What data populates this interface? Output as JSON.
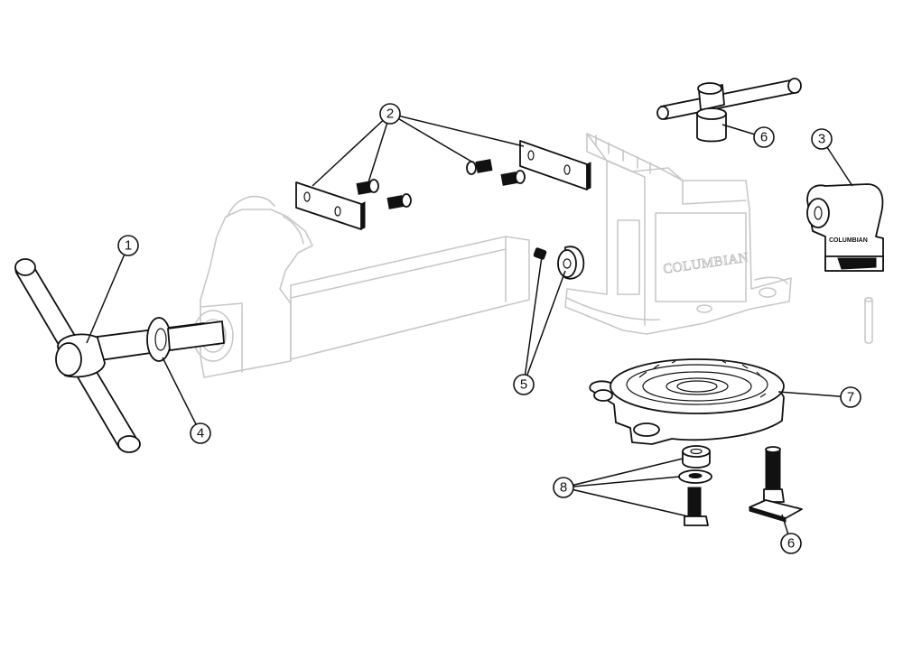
{
  "diagram": {
    "brand_on_body": "COLUMBIAN",
    "brand_on_jaw": "COLUMBIAN",
    "callouts": [
      {
        "id": "c1",
        "label": "1"
      },
      {
        "id": "c2",
        "label": "2"
      },
      {
        "id": "c3",
        "label": "3"
      },
      {
        "id": "c4",
        "label": "4"
      },
      {
        "id": "c5",
        "label": "5"
      },
      {
        "id": "c6a",
        "label": "6"
      },
      {
        "id": "c6b",
        "label": "6"
      },
      {
        "id": "c7",
        "label": "7"
      },
      {
        "id": "c8",
        "label": "8"
      }
    ]
  }
}
